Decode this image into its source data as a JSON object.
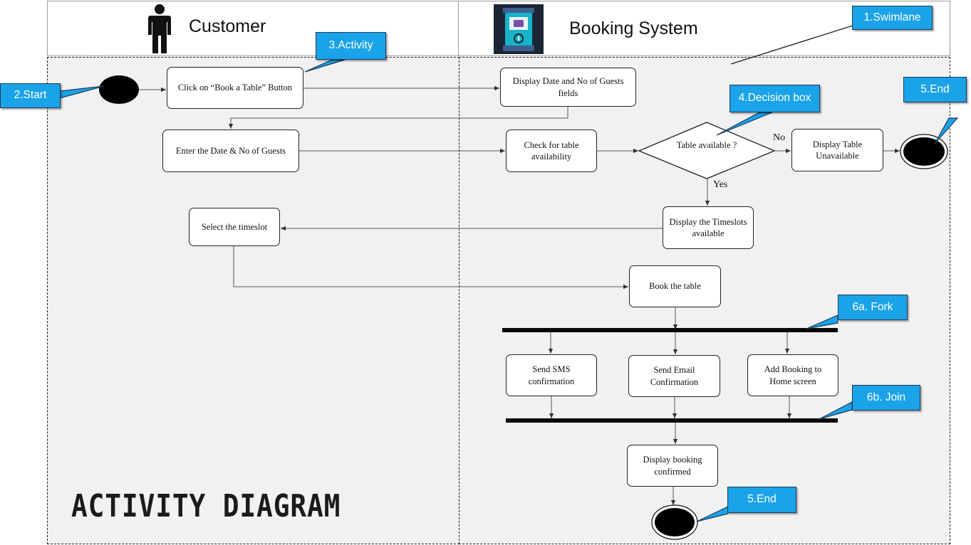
{
  "lanes": {
    "customer": {
      "title": "Customer",
      "icon": "person-icon"
    },
    "system": {
      "title": "Booking System",
      "icon": "kiosk-icon"
    }
  },
  "nodes": {
    "click_book": "Click on “Book a Table” Button",
    "display_fields": "Display Date and No of Guests  fields",
    "enter_date": "Enter the Date & No of Guests",
    "check_avail": "Check for table availability",
    "decision": "Table available ?",
    "display_unavail": "Display Table Unavailable",
    "select_slot": "Select the timeslot",
    "display_slots": "Display the Timeslots available",
    "book_table": "Book the table",
    "send_sms": "Send SMS confirmation",
    "send_email": "Send Email Confirmation",
    "add_booking": "Add Booking to Home screen",
    "display_confirmed": "Display booking confirmed"
  },
  "edge_labels": {
    "no": "No",
    "yes": "Yes"
  },
  "callouts": {
    "swimlane": "1.Swimlane",
    "start": "2.Start",
    "activity": "3.Activity",
    "decision": "4.Decision box",
    "end_top": "5.End",
    "fork": "6a. Fork",
    "join": "6b. Join",
    "end_bottom": "5.End"
  },
  "watermark": "ACTIVITY DIAGRAM",
  "colors": {
    "callout_fill": "#1aa3e8",
    "callout_border": "#1f3a5a",
    "lane_bg": "#f1f1f1",
    "ink": "#111111"
  }
}
